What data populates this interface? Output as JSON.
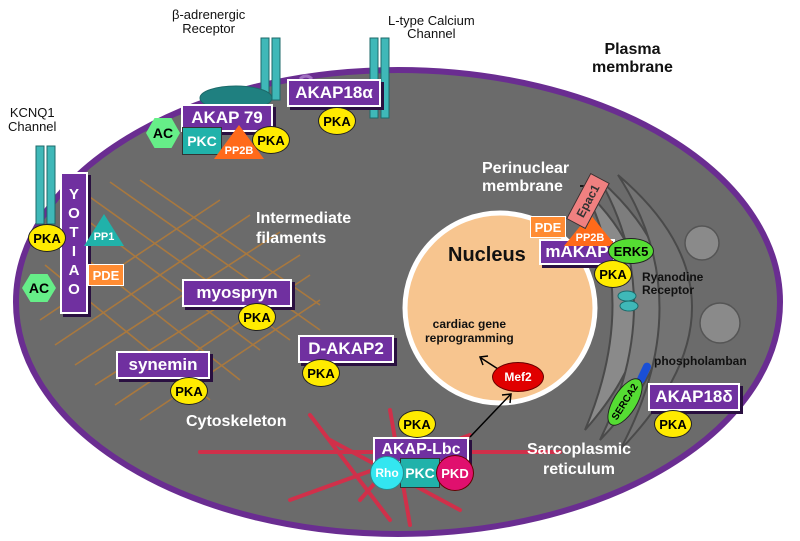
{
  "labels": {
    "plasma_membrane": "Plasma\nmembrane",
    "beta_receptor": "β-adrenergic\nReceptor",
    "l_type_channel": "L-type Calcium\nChannel",
    "kcnq1": "KCNQ1\nChannel",
    "perinuclear": "Perinuclear\nmembrane",
    "intermediate": "Intermediate\nfilaments",
    "nucleus": "Nucleus",
    "ryanodine": "Ryanodine\nReceptor",
    "phospholamban": "phospholamban",
    "cardiac_gene": "cardiac gene\nreprogramming",
    "cytoskeleton": "Cytoskeleton",
    "sarcoplasmic": "Sarcoplasmic\nreticulum"
  },
  "akaps": {
    "akap79": "AKAP 79",
    "akap18a": "AKAP18α",
    "yotiao": "YOTIAO",
    "myospryn": "myospryn",
    "synemin": "synemin",
    "dakap2": "D-AKAP2",
    "makap": "mAKAP",
    "akaplbc": "AKAP-Lbc",
    "akap18d": "AKAP18δ"
  },
  "proteins": {
    "pka": "PKA",
    "ac": "AC",
    "pkc": "PKC",
    "pp2b": "PP2B",
    "pp1": "PP1",
    "pde": "PDE",
    "epac1": "Epac1",
    "erk5": "ERK5",
    "mef2": "Mef2",
    "rho": "Rho",
    "pkd": "PKD",
    "serca2": "SERCA2"
  },
  "colors": {
    "cell": "#6b6b6b",
    "membrane": "#6a2d91",
    "akap": "#7030a0",
    "pka": "#ffeb00",
    "nucleus": "#f7c58f",
    "channel": "#3fb8b8",
    "actin": "#d0304a",
    "filament": "#b07a3a",
    "ac": "#66ee88",
    "pkc": "#20b2aa",
    "pp2b": "#ff6a1a",
    "pde": "#ff8c33",
    "mef2": "#e00000",
    "pkd": "#e0106e",
    "rho": "#33e6f0",
    "erk5": "#55dd33"
  }
}
